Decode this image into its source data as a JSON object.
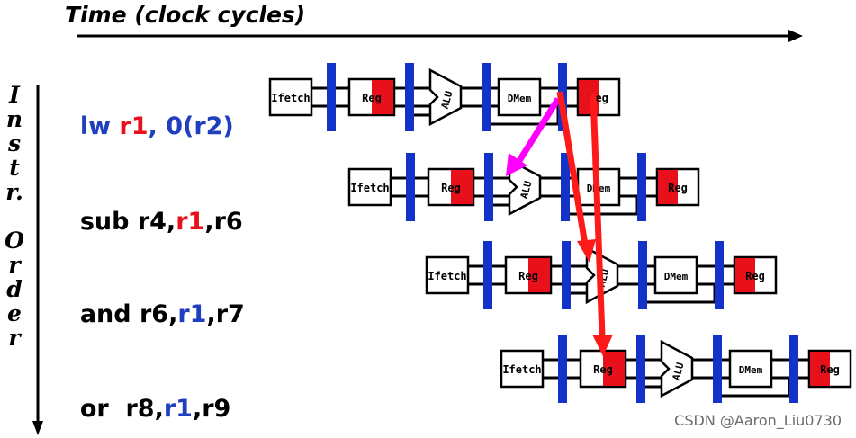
{
  "axis": {
    "time_label": "Time (clock cycles)"
  },
  "order_label": {
    "letters": [
      "I",
      "n",
      "s",
      "t",
      "r.",
      "",
      "O",
      "r",
      "d",
      "e",
      "r"
    ]
  },
  "stage_labels": {
    "ifetch": "Ifetch",
    "reg": "Reg",
    "alu": "ALU",
    "dmem": "DMem",
    "wb": "Reg"
  },
  "instructions": [
    {
      "parts": [
        {
          "text": "lw ",
          "color": "#1f3fbf"
        },
        {
          "text": "r1",
          "color": "#e8101a"
        },
        {
          "text": ", 0(r2)",
          "color": "#1f3fbf"
        }
      ]
    },
    {
      "parts": [
        {
          "text": "sub r4,",
          "color": "#000000"
        },
        {
          "text": "r1",
          "color": "#e8101a"
        },
        {
          "text": ",r6",
          "color": "#000000"
        }
      ]
    },
    {
      "parts": [
        {
          "text": "and r6,",
          "color": "#000000"
        },
        {
          "text": "r1",
          "color": "#1f3fbf"
        },
        {
          "text": ",r7",
          "color": "#000000"
        }
      ]
    },
    {
      "parts": [
        {
          "text": "or  r8,",
          "color": "#000000"
        },
        {
          "text": "r1",
          "color": "#1f3fbf"
        },
        {
          "text": ",r9",
          "color": "#000000"
        }
      ]
    }
  ],
  "colors": {
    "pipeline_register": "#1432c8",
    "register_read": "#e8101a",
    "forward_arrow": "#ff00ff",
    "hazard_arrow": "#ff1a1a"
  },
  "watermark": "CSDN @Aaron_Liu0730"
}
